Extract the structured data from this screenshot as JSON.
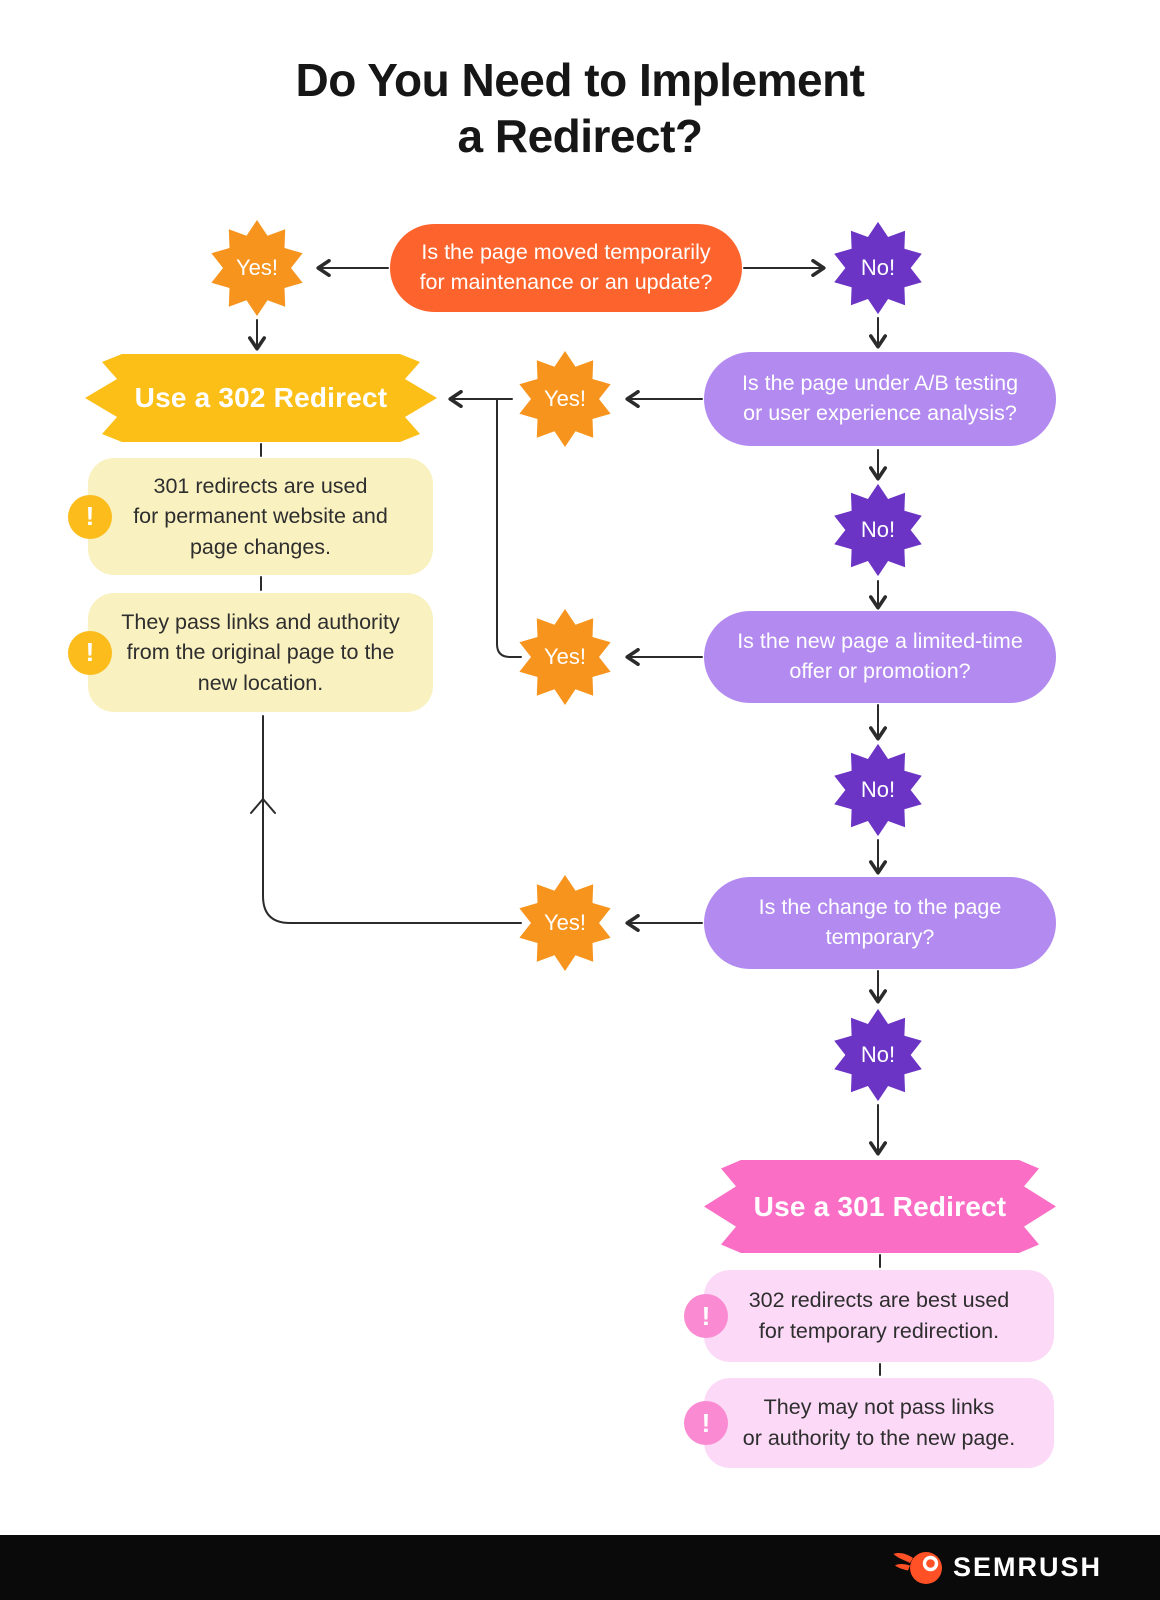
{
  "title": "Do You Need to Implement\na Redirect?",
  "answers": {
    "yes": "Yes!",
    "no": "No!"
  },
  "questions": {
    "q1": "Is the page moved temporarily\nfor maintenance or an update?",
    "q2": "Is the page under A/B testing\nor user experience analysis?",
    "q3": "Is the new page a limited-time\noffer or promotion?",
    "q4": "Is the change to the page\ntemporary?"
  },
  "outcomes": {
    "redirect302": {
      "label": "Use a 302 Redirect",
      "notes": [
        "301 redirects are used\nfor permanent website and\npage changes.",
        "They pass links and authority\nfrom the original page to the\nnew location."
      ]
    },
    "redirect301": {
      "label": "Use a 301 Redirect",
      "notes": [
        "302 redirects are best used\nfor temporary redirection.",
        "They may not pass links\nor authority to the new page."
      ]
    }
  },
  "badge_symbol": "!",
  "footer": {
    "brand": "SEMRUSH"
  },
  "colors": {
    "orange_pill": "#FD642D",
    "yes_star": "#F7941D",
    "no_star": "#6C34C4",
    "purple_pill": "#B28AF0",
    "yellow_banner": "#FBBF17",
    "yellow_note": "#FAF1C0",
    "yellow_badge": "#FBBC1C",
    "pink_banner": "#FA6EC6",
    "pink_note": "#FBD9F7",
    "pink_badge": "#FA8BD2",
    "footer_bg": "#0A0A0A",
    "logo_orange": "#FF5026"
  }
}
